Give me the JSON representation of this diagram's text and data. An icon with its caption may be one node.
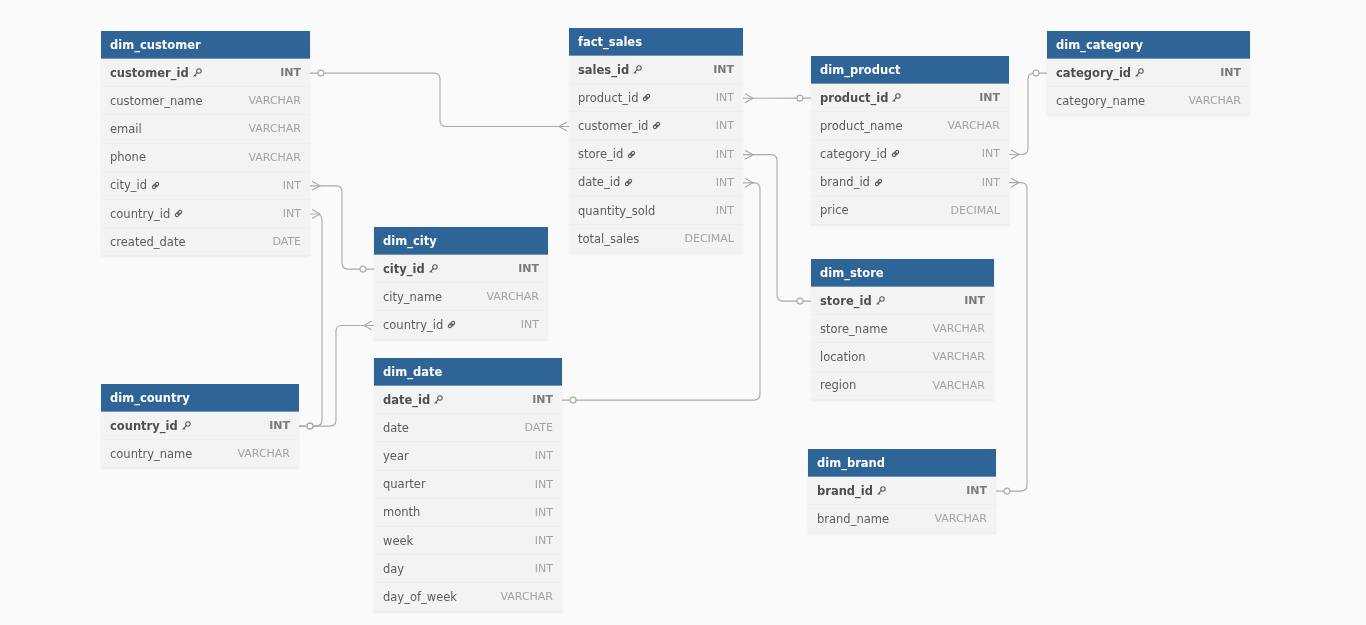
{
  "diagram": {
    "nodes": [
      {
        "text": [
          "dim_customer"
        ]
      },
      {
        "text": [
          "customer_id",
          "INT"
        ],
        "in": 0
      },
      {
        "text": [
          "customer_name",
          "VARCHAR"
        ],
        "in": 0
      },
      {
        "text": [
          "email",
          "VARCHAR"
        ],
        "in": 0
      },
      {
        "text": [
          "phone",
          "VARCHAR"
        ],
        "in": 0
      },
      {
        "text": [
          "city_id",
          "INT"
        ],
        "in": 0
      },
      {
        "text": [
          "country_id",
          "INT"
        ],
        "in": 0
      },
      {
        "text": [
          "created_date",
          "DATE"
        ],
        "in": 0
      },
      {
        "text": [
          "fact_sales"
        ]
      },
      {
        "text": [
          "sales_id",
          "INT"
        ],
        "in": 8
      },
      {
        "text": [
          "product_id",
          "INT"
        ],
        "in": 8
      },
      {
        "text": [
          "customer_id",
          "INT"
        ],
        "in": 8
      },
      {
        "text": [
          "store_id",
          "INT"
        ],
        "in": 8
      },
      {
        "text": [
          "date_id",
          "INT"
        ],
        "in": 8
      },
      {
        "text": [
          "quantity_sold",
          "INT"
        ],
        "in": 8
      },
      {
        "text": [
          "total_sales",
          "DECIMAL"
        ],
        "in": 8
      },
      {
        "text": [
          "dim_product"
        ]
      },
      {
        "text": [
          "product_id",
          "INT"
        ],
        "in": 16
      },
      {
        "text": [
          "product_name",
          "VARCHAR"
        ],
        "in": 16
      },
      {
        "text": [
          "category_id",
          "INT"
        ],
        "in": 16
      },
      {
        "text": [
          "brand_id",
          "INT"
        ],
        "in": 16
      },
      {
        "text": [
          "price",
          "DECIMAL"
        ],
        "in": 16
      },
      {
        "text": [
          "dim_category"
        ]
      },
      {
        "text": [
          "category_id",
          "INT"
        ],
        "in": 22
      },
      {
        "text": [
          "category_name",
          "VARCHAR"
        ],
        "in": 22
      },
      {
        "text": [
          "dim_city"
        ]
      },
      {
        "text": [
          "city_id",
          "INT"
        ],
        "in": 25
      },
      {
        "text": [
          "city_name",
          "VARCHAR"
        ],
        "in": 25
      },
      {
        "text": [
          "country_id",
          "INT"
        ],
        "in": 25
      },
      {
        "text": [
          "dim_store"
        ]
      },
      {
        "text": [
          "store_id",
          "INT"
        ],
        "in": 29
      },
      {
        "text": [
          "store_name",
          "VARCHAR"
        ],
        "in": 29
      },
      {
        "text": [
          "location",
          "VARCHAR"
        ],
        "in": 29
      },
      {
        "text": [
          "region",
          "VARCHAR"
        ],
        "in": 29
      },
      {
        "text": [
          "dim_date"
        ]
      },
      {
        "text": [
          "date_id",
          "INT"
        ],
        "in": 34
      },
      {
        "text": [
          "date",
          "DATE"
        ],
        "in": 34
      },
      {
        "text": [
          "year",
          "INT"
        ],
        "in": 34
      },
      {
        "text": [
          "quarter",
          "INT"
        ],
        "in": 34
      },
      {
        "text": [
          "month",
          "INT"
        ],
        "in": 34
      },
      {
        "text": [
          "week",
          "INT"
        ],
        "in": 34
      },
      {
        "text": [
          "day",
          "INT"
        ],
        "in": 34
      },
      {
        "text": [
          "day_of_week",
          "VARCHAR"
        ],
        "in": 34
      },
      {
        "text": [
          "dim_country"
        ]
      },
      {
        "text": [
          "country_id",
          "INT"
        ],
        "in": 43
      },
      {
        "text": [
          "country_name",
          "VARCHAR"
        ],
        "in": 43
      },
      {
        "text": [
          "dim_brand"
        ]
      },
      {
        "text": [
          "brand_id",
          "INT"
        ],
        "in": 46
      },
      {
        "text": [
          "brand_name",
          "VARCHAR"
        ],
        "in": 46
      }
    ],
    "edges": [
      {
        "from": 11,
        "to": 1,
        "arrow": "other"
      },
      {
        "from": 10,
        "to": 17,
        "arrow": "other"
      },
      {
        "from": 19,
        "to": 23,
        "arrow": "other"
      },
      {
        "from": 12,
        "to": 30,
        "arrow": "other"
      },
      {
        "from": 13,
        "to": 35,
        "arrow": "other"
      },
      {
        "from": 20,
        "to": 47,
        "arrow": "other"
      },
      {
        "from": 5,
        "to": 26,
        "arrow": "other"
      },
      {
        "from": 6,
        "to": 44,
        "arrow": "other"
      },
      {
        "from": 28,
        "to": 44,
        "arrow": "other"
      }
    ]
  }
}
